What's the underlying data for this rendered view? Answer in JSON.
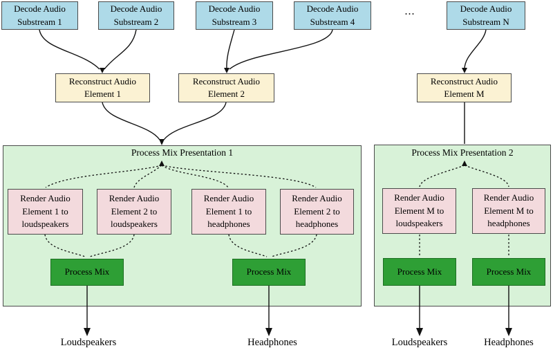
{
  "diagram": {
    "decode_boxes": [
      {
        "label": "Decode Audio\nSubstream 1"
      },
      {
        "label": "Decode Audio\nSubstream 2"
      },
      {
        "label": "Decode Audio\nSubstream 3"
      },
      {
        "label": "Decode Audio\nSubstream 4"
      },
      {
        "label": "Decode Audio\nSubstream N"
      }
    ],
    "ellipsis": "...",
    "reconstruct_boxes": [
      {
        "label": "Reconstruct Audio\nElement 1"
      },
      {
        "label": "Reconstruct Audio\nElement 2"
      },
      {
        "label": "Reconstruct Audio\nElement M"
      }
    ],
    "presentations": [
      {
        "title": "Process Mix Presentation 1",
        "render_boxes": [
          {
            "label": "Render Audio\nElement 1 to\nloudspeakers"
          },
          {
            "label": "Render Audio\nElement 2 to\nloudspeakers"
          },
          {
            "label": "Render Audio\nElement 1 to\nheadphones"
          },
          {
            "label": "Render Audio\nElement 2 to\nheadphones"
          }
        ],
        "process_mix_boxes": [
          {
            "label": "Process Mix"
          },
          {
            "label": "Process Mix"
          }
        ]
      },
      {
        "title": "Process Mix Presentation 2",
        "render_boxes": [
          {
            "label": "Render Audio\nElement M to\nloudspeakers"
          },
          {
            "label": "Render Audio\nElement M to\nheadphones"
          }
        ],
        "process_mix_boxes": [
          {
            "label": "Process Mix"
          },
          {
            "label": "Process Mix"
          }
        ]
      }
    ],
    "outputs": [
      {
        "label": "Loudspeakers"
      },
      {
        "label": "Headphones"
      },
      {
        "label": "Loudspeakers"
      },
      {
        "label": "Headphones"
      }
    ],
    "colors": {
      "decode_fill": "#AEDAE8",
      "reconstruct_fill": "#FBF2D3",
      "presentation_fill": "#D8F2D8",
      "render_fill": "#F3DADD",
      "process_mix_fill": "#2E9F35",
      "line": "#111111"
    }
  }
}
